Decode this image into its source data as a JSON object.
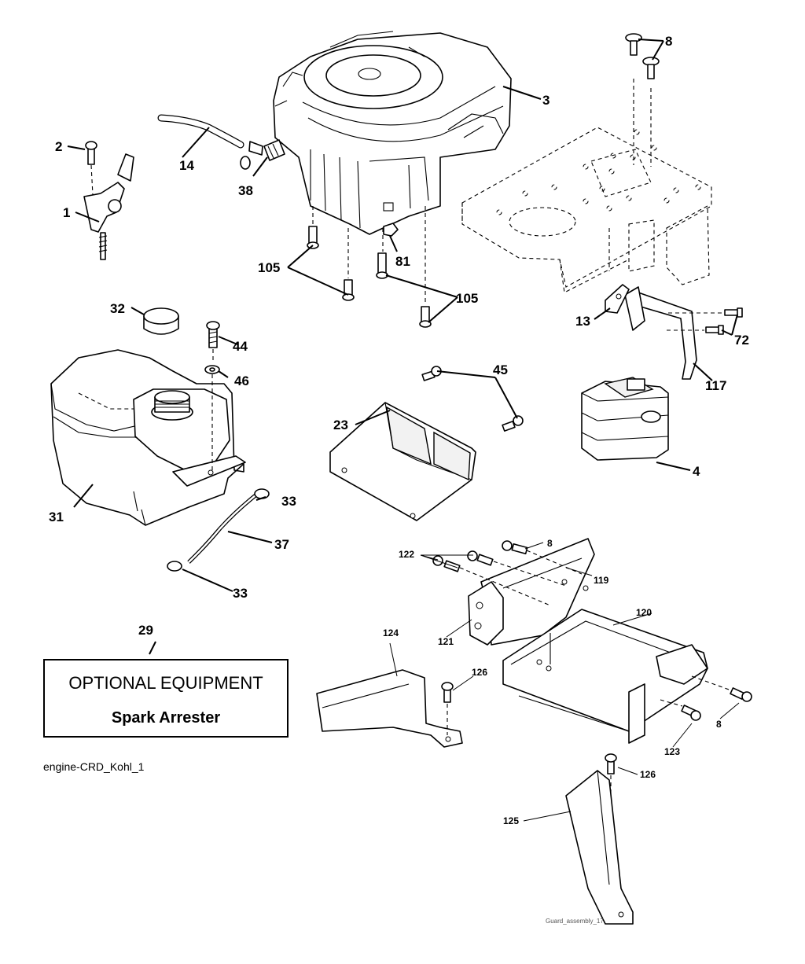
{
  "callouts": {
    "c1": "1",
    "c2": "2",
    "c3": "3",
    "c4": "4",
    "c8a": "8",
    "c8b": "8",
    "c8c": "8",
    "c13": "13",
    "c14": "14",
    "c23": "23",
    "c29": "29",
    "c31": "31",
    "c32": "32",
    "c33a": "33",
    "c33b": "33",
    "c37": "37",
    "c38": "38",
    "c44": "44",
    "c45": "45",
    "c46": "46",
    "c72": "72",
    "c81": "81",
    "c105a": "105",
    "c105b": "105",
    "c117": "117",
    "c119": "119",
    "c120": "120",
    "c121": "121",
    "c122": "122",
    "c123": "123",
    "c124": "124",
    "c125": "125",
    "c126a": "126",
    "c126b": "126"
  },
  "optional_box": {
    "title": "OPTIONAL EQUIPMENT",
    "subtitle": "Spark Arrester"
  },
  "diagram_refs": {
    "engine_ref": "engine-CRD_Kohl_1",
    "guard_ref": "Guard_assembly_17"
  }
}
